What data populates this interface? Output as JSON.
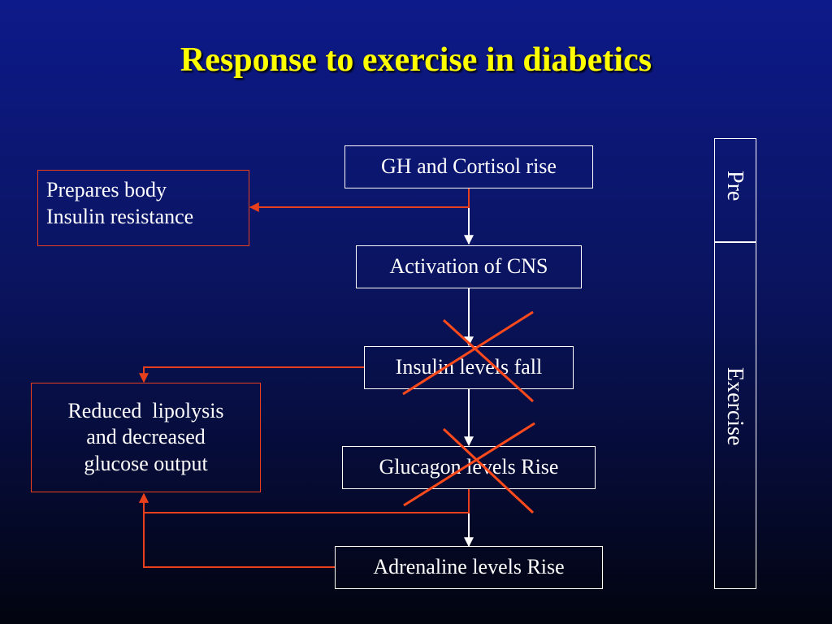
{
  "title": "Response to exercise in diabetics",
  "flow": {
    "gh_cortisol": "GH and Cortisol rise",
    "cns": "Activation of CNS",
    "insulin": "Insulin levels fall",
    "glucagon": "Glucagon levels Rise",
    "adrenaline": "Adrenaline levels Rise"
  },
  "effects": {
    "prepares": [
      "Prepares body",
      "Insulin resistance"
    ],
    "reduced": [
      "Reduced  lipolysis",
      "and decreased",
      "glucose output"
    ]
  },
  "phases": {
    "pre": "Pre",
    "exercise": "Exercise"
  },
  "colors": {
    "title": "#ffff00",
    "connector_red": "#e8401c",
    "cross_red": "#ff4a1c",
    "box_white": "#ffffff"
  }
}
